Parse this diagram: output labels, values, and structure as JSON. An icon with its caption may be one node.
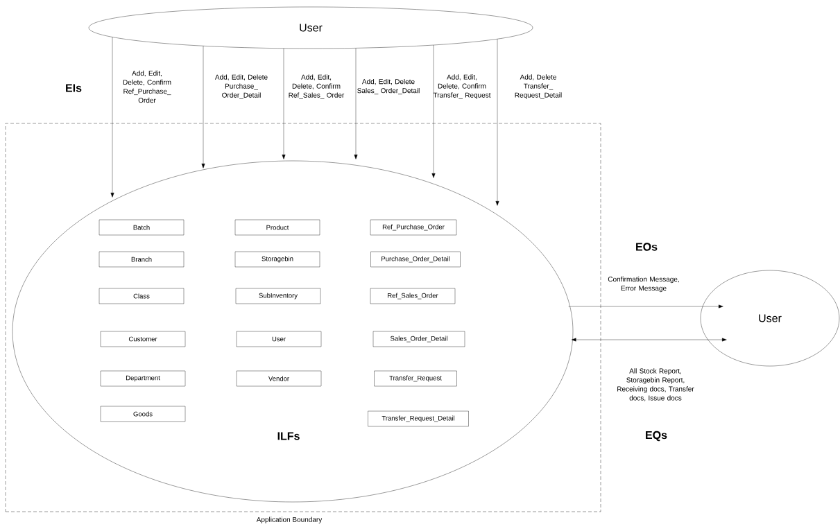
{
  "diagram": {
    "nodes": [
      {
        "text": [
          "User"
        ]
      },
      {
        "text": [
          "Application Boundary"
        ]
      },
      {
        "text": [
          "ILFs"
        ],
        "in": 1
      },
      {
        "text": [
          "Batch"
        ],
        "in": 2
      },
      {
        "text": [
          "Branch"
        ],
        "in": 2
      },
      {
        "text": [
          "Class"
        ],
        "in": 2
      },
      {
        "text": [
          "Customer"
        ],
        "in": 2
      },
      {
        "text": [
          "Department"
        ],
        "in": 2
      },
      {
        "text": [
          "Goods"
        ],
        "in": 2
      },
      {
        "text": [
          "Product"
        ],
        "in": 2
      },
      {
        "text": [
          "Storagebin"
        ],
        "in": 2
      },
      {
        "text": [
          "SubInventory"
        ],
        "in": 2
      },
      {
        "text": [
          "User"
        ],
        "in": 2
      },
      {
        "text": [
          "Vendor"
        ],
        "in": 2
      },
      {
        "text": [
          "Ref_Purchase_Order"
        ],
        "in": 2
      },
      {
        "text": [
          "Purchase_Order_Detail"
        ],
        "in": 2
      },
      {
        "text": [
          "Ref_Sales_Order"
        ],
        "in": 2
      },
      {
        "text": [
          "Sales_Order_Detail"
        ],
        "in": 2
      },
      {
        "text": [
          "Transfer_Request"
        ],
        "in": 2
      },
      {
        "text": [
          "Transfer_Request_Detail"
        ],
        "in": 2
      },
      {
        "text": [
          "User"
        ]
      }
    ],
    "edges": [
      {
        "from": 0,
        "to": 2,
        "arrow": "to",
        "label": "Add, Edit, Delete, Confirm Ref_Purchase_ Order"
      },
      {
        "from": 0,
        "to": 2,
        "arrow": "to",
        "label": "Add, Edit, Delete Purchase_ Order_Detail"
      },
      {
        "from": 0,
        "to": 2,
        "arrow": "to",
        "label": "Add, Edit, Delete, Confirm Ref_Sales_ Order"
      },
      {
        "from": 0,
        "to": 2,
        "arrow": "to",
        "label": "Add, Edit, Delete Sales_ Order_Detail"
      },
      {
        "from": 0,
        "to": 2,
        "arrow": "to",
        "label": "Add, Edit, Delete, Confirm Transfer_ Request"
      },
      {
        "from": 0,
        "to": 2,
        "arrow": "to",
        "label": "Add, Delete Transfer_ Request_Detail"
      },
      {
        "from": 2,
        "to": 20,
        "arrow": "to",
        "label": "Confirmation Message, Error Message"
      },
      {
        "from": 2,
        "to": 20,
        "arrow": "both",
        "label": "All Stock Report, Storagebin Report, Receiving docs, Transfer docs, Issue docs"
      }
    ],
    "labels": [
      "EIs",
      "EOs",
      "EQs"
    ]
  }
}
